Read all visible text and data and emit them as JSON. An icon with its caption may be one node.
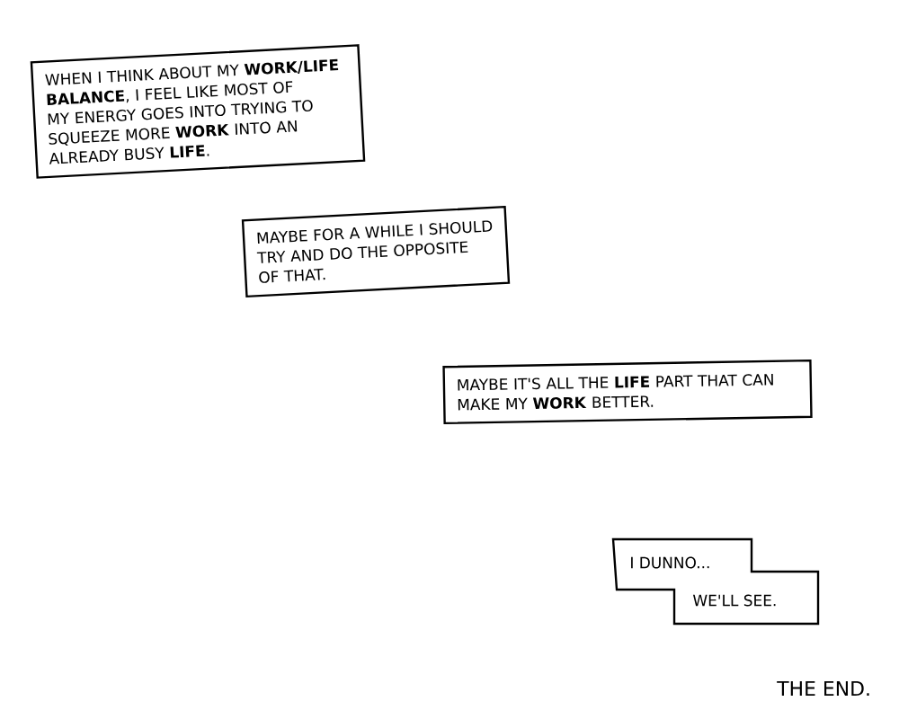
{
  "diagram": {
    "nodes": [
      {
        "text": [
          "WHEN I THINK ABOUT MY **WORK/LIFE BALANCE**, I FEEL LIKE MOST OF MY ENERGY GOES INTO TRYING TO SQUEEZE MORE **WORK** INTO AN ALREADY BUSY **LIFE**."
        ]
      },
      {
        "text": [
          "MAYBE FOR A WHILE I SHOULD TRY AND DO THE OPPOSITE OF THAT."
        ]
      },
      {
        "text": [
          "MAYBE IT'S ALL THE **LIFE** PART THAT CAN MAKE MY **WORK** BETTER."
        ]
      },
      {
        "text": [
          "I DUNNO...",
          "WE'LL SEE."
        ]
      }
    ],
    "labels": [
      "THE END."
    ]
  }
}
